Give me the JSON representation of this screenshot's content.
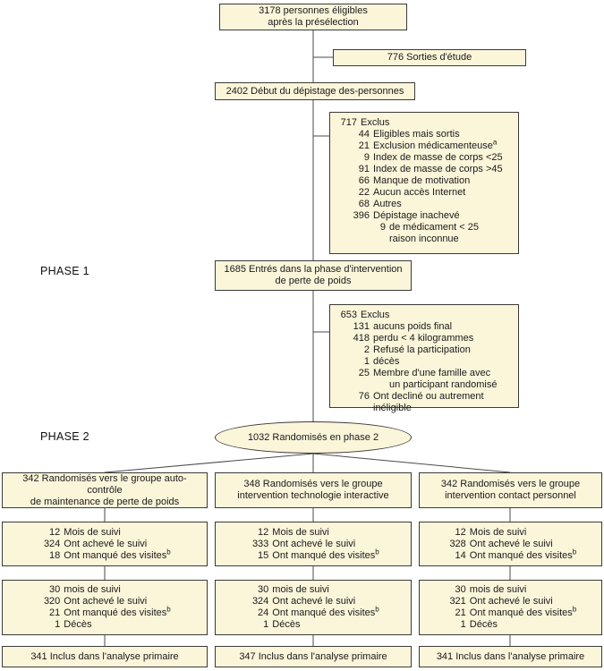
{
  "colors": {
    "box_fill": "#fbf5da",
    "box_border": "#3a3a3a",
    "connector_line": "#4a4a4a",
    "page_background": "#ffffff"
  },
  "diagram": {
    "phase1_label": "PHASE 1",
    "phase2_label": "PHASE 2",
    "top": {
      "line1": "3178 personnes éligibles",
      "line2": "après la présélection"
    },
    "sorties": {
      "line1": "776 Sorties d'étude"
    },
    "depistage": {
      "line1": "2402 Début du dépistage des-personnes"
    },
    "exclus1": {
      "lines": [
        {
          "num": "717",
          "text": "Exclus",
          "indent": 0
        },
        {
          "num": "44",
          "text": "Eligibles mais sortis",
          "indent": 1
        },
        {
          "num": "21",
          "text": "Exclusion médicamenteuse",
          "sup": "a",
          "indent": 1
        },
        {
          "num": "9",
          "text": "Index de masse de corps <25",
          "indent": 1
        },
        {
          "num": "91",
          "text": "Index de masse de corps >45",
          "indent": 1
        },
        {
          "num": "66",
          "text": "Manque de motivation",
          "indent": 1
        },
        {
          "num": "22",
          "text": "Aucun accès Internet",
          "indent": 1
        },
        {
          "num": "68",
          "text": "Autres",
          "indent": 1
        },
        {
          "num": "396",
          "text": "Dépistage inachevé",
          "indent": 1
        },
        {
          "num": "9",
          "text": "de médicament < 25",
          "indent": 2
        },
        {
          "num": "",
          "text": "raison inconnue",
          "indent": 2
        }
      ]
    },
    "phase1_entry": {
      "line1": "1685 Entrés dans la phase d'intervention",
      "line2": "de perte de poids"
    },
    "exclus2": {
      "lines": [
        {
          "num": "653",
          "text": "Exclus",
          "indent": 0
        },
        {
          "num": "131",
          "text": "aucuns poids final",
          "indent": 1
        },
        {
          "num": "418",
          "text": "perdu < 4 kilogrammes",
          "indent": 1
        },
        {
          "num": "2",
          "text": "Refusé la participation",
          "indent": 1
        },
        {
          "num": "1",
          "text": "décès",
          "indent": 1
        },
        {
          "num": "25",
          "text": "Membre d'une famille avec",
          "indent": 1
        },
        {
          "num": "",
          "text": "un participant randomisé",
          "indent": 2
        },
        {
          "num": "76",
          "text": "Ont decliné ou autrement inéligible",
          "indent": 1
        }
      ]
    },
    "randomized": {
      "line1": "1032 Randomisés en phase 2"
    },
    "arms": [
      {
        "header": {
          "line1": "342 Randomisés vers le groupe auto-contrôle",
          "line2": "de maintenance de perte de poids"
        },
        "fu12": {
          "lines": [
            {
              "num": "12",
              "text": "Mois de suivi",
              "indent": 0
            },
            {
              "num": "324",
              "text": "Ont achevé le suivi",
              "indent": 0
            },
            {
              "num": "18",
              "text": "Ont manqué des visites",
              "sup": "b",
              "indent": 0
            }
          ]
        },
        "fu30": {
          "lines": [
            {
              "num": "30",
              "text": "mois de suivi",
              "indent": 0
            },
            {
              "num": "320",
              "text": "Ont achevé le suivi",
              "indent": 0
            },
            {
              "num": "21",
              "text": "Ont manqué des visites",
              "sup": "b",
              "indent": 0
            },
            {
              "num": "1",
              "text": "Décès",
              "indent": 0
            }
          ]
        },
        "final": {
          "line1": "341 Inclus dans l'analyse primaire"
        }
      },
      {
        "header": {
          "line1": "348 Randomisés vers le groupe",
          "line2": "intervention technologie interactive"
        },
        "fu12": {
          "lines": [
            {
              "num": "12",
              "text": "Mois de suivi",
              "indent": 0
            },
            {
              "num": "333",
              "text": "Ont achevé le suivi",
              "indent": 0
            },
            {
              "num": "15",
              "text": "Ont manqué des visites",
              "sup": "b",
              "indent": 0
            }
          ]
        },
        "fu30": {
          "lines": [
            {
              "num": "30",
              "text": "mois de suivi",
              "indent": 0
            },
            {
              "num": "324",
              "text": "Ont achevé le suivi",
              "indent": 0
            },
            {
              "num": "24",
              "text": "Ont manqué des visites",
              "sup": "b",
              "indent": 0
            },
            {
              "num": "1",
              "text": "Décès",
              "indent": 0
            }
          ]
        },
        "final": {
          "line1": "347 Inclus dans l'analyse primaire"
        }
      },
      {
        "header": {
          "line1": "342 Randomisés vers le groupe",
          "line2": "intervention contact personnel"
        },
        "fu12": {
          "lines": [
            {
              "num": "12",
              "text": "Mois de suivi",
              "indent": 0
            },
            {
              "num": "328",
              "text": "Ont achevé le suivi",
              "indent": 0
            },
            {
              "num": "14",
              "text": "Ont manqué des visites",
              "sup": "b",
              "indent": 0
            }
          ]
        },
        "fu30": {
          "lines": [
            {
              "num": "30",
              "text": "mois de suivi",
              "indent": 0
            },
            {
              "num": "321",
              "text": "Ont achevé le suivi",
              "indent": 0
            },
            {
              "num": "21",
              "text": "Ont manqué des visites",
              "sup": "b",
              "indent": 0
            },
            {
              "num": "1",
              "text": "Décès",
              "indent": 0
            }
          ]
        },
        "final": {
          "line1": "341 Inclus dans l'analyse primaire"
        }
      }
    ]
  }
}
